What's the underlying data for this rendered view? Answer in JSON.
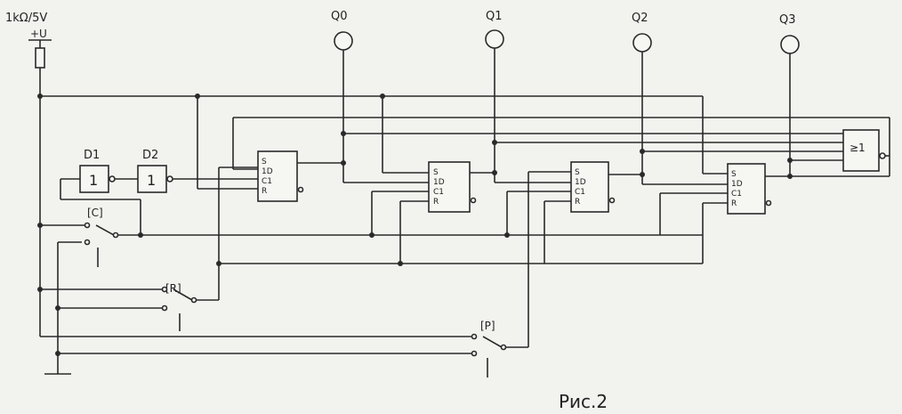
{
  "source": {
    "rating": "1kΩ/5V",
    "supply": "+U"
  },
  "outputs": [
    "Q0",
    "Q1",
    "Q2",
    "Q3"
  ],
  "gates": {
    "d1": "D1",
    "d2": "D2",
    "inv": "1",
    "or_symbol": "≥1"
  },
  "flipflop_pins": {
    "s": "S",
    "d": "1D",
    "c": "C1",
    "r": "R"
  },
  "switches": {
    "c": "[C]",
    "r": "[R]",
    "p": "[P]"
  },
  "caption": "Рис.2"
}
